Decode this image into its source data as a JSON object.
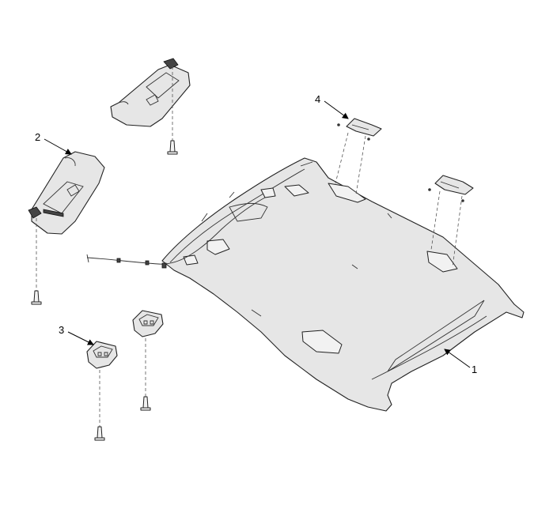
{
  "diagram": {
    "background": "#ffffff",
    "callouts": [
      {
        "id": "1",
        "label": "1",
        "part": "headliner"
      },
      {
        "id": "2",
        "label": "2",
        "part": "sun-visor"
      },
      {
        "id": "3",
        "label": "3",
        "part": "sun-visor-retainer"
      },
      {
        "id": "4",
        "label": "4",
        "part": "assist-handle-bracket"
      }
    ]
  }
}
